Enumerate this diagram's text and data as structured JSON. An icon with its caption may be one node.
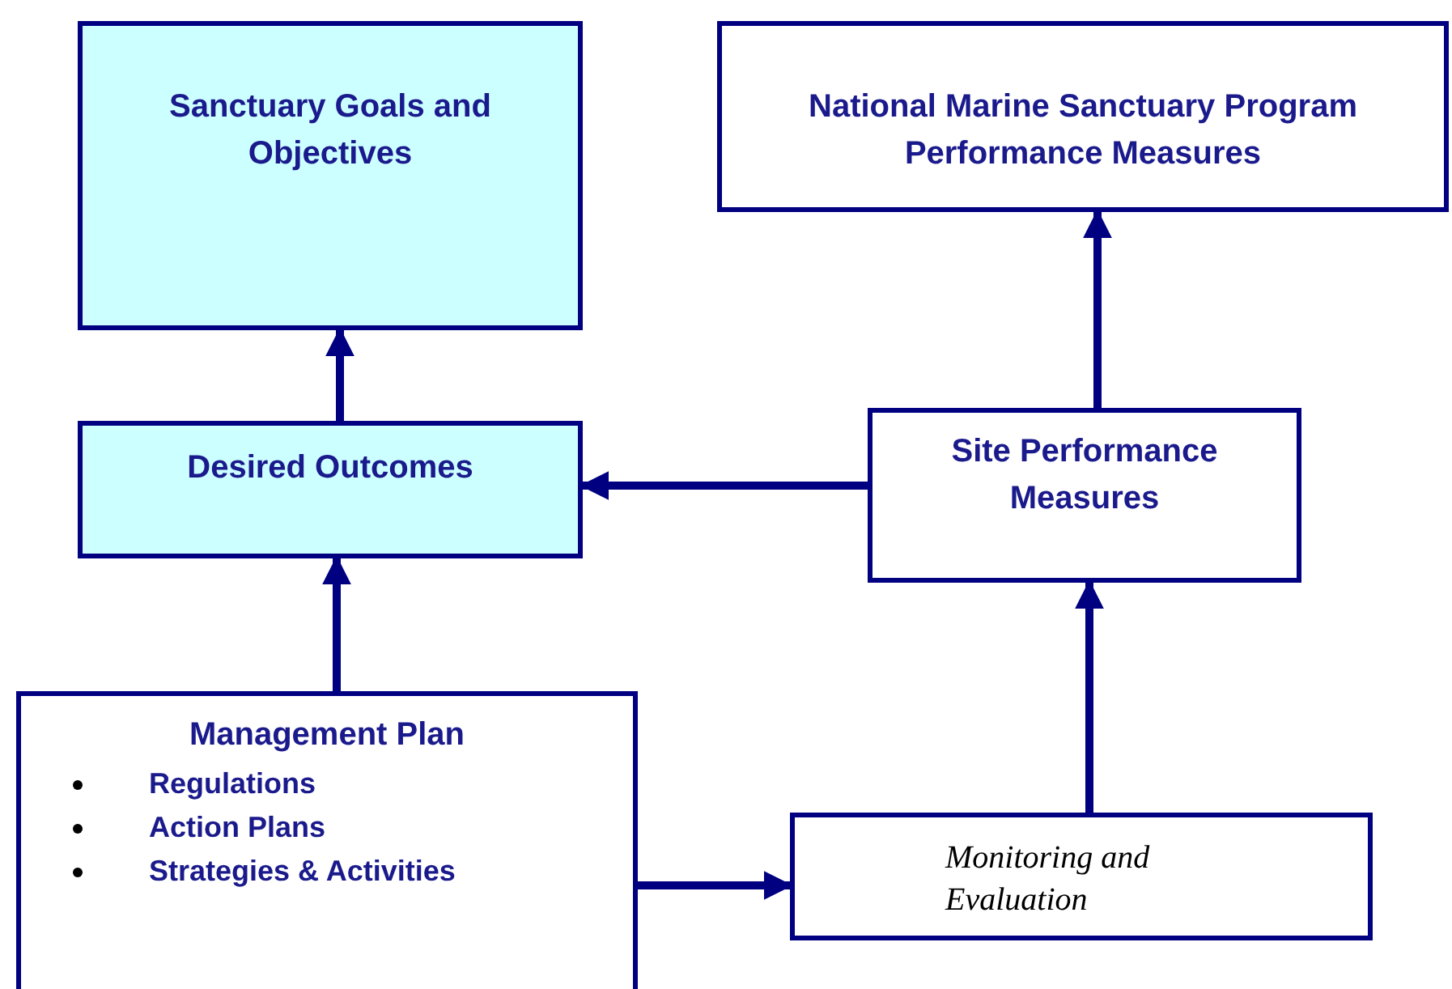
{
  "diagram": {
    "nodes": [
      {
        "text": [
          "Sanctuary Goals and Objectives"
        ]
      },
      {
        "text": [
          "National Marine Sanctuary Program Performance Measures"
        ]
      },
      {
        "text": [
          "Desired Outcomes"
        ]
      },
      {
        "text": [
          "Site Performance Measures"
        ]
      },
      {
        "text": [
          "Management Plan",
          "Regulations",
          "Action Plans",
          "Strategies & Activities"
        ]
      },
      {
        "text": [
          "Monitoring and Evaluation"
        ]
      }
    ],
    "edges": [
      {
        "from": 2,
        "to": 0,
        "arrow": "to"
      },
      {
        "from": 3,
        "to": 1,
        "arrow": "to"
      },
      {
        "from": 3,
        "to": 2,
        "arrow": "to"
      },
      {
        "from": 4,
        "to": 2,
        "arrow": "to"
      },
      {
        "from": 4,
        "to": 5,
        "arrow": "to"
      },
      {
        "from": 5,
        "to": 3,
        "arrow": "to"
      }
    ]
  }
}
